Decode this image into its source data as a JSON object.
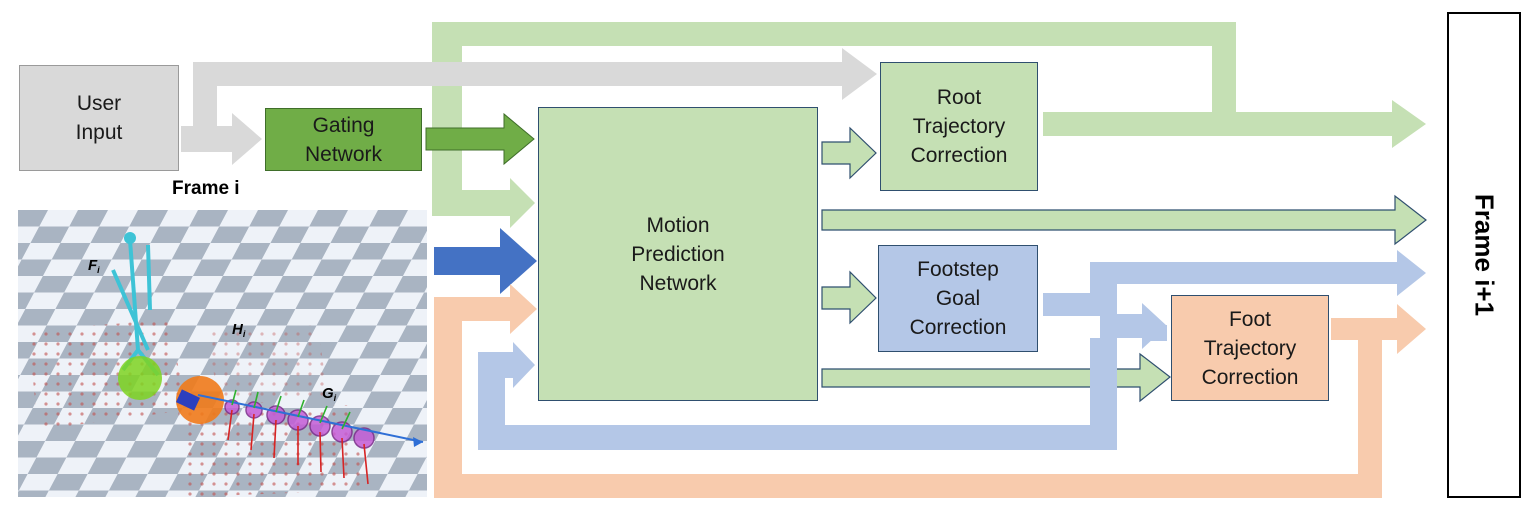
{
  "nodes": {
    "user_input": "User\nInput",
    "gating_network": "Gating\nNetwork",
    "motion_prediction": "Motion\nPrediction\nNetwork",
    "root_trajectory": "Root\nTrajectory\nCorrection",
    "footstep_goal": "Footstep\nGoal\nCorrection",
    "foot_trajectory": "Foot\nTrajectory\nCorrection",
    "frame_next": "Frame i+1"
  },
  "frame_current_label": "Frame i",
  "scene_labels": {
    "f": "F",
    "f_sub": "i",
    "h": "H",
    "h_sub": "i",
    "g": "G",
    "g_sub": "i"
  },
  "colors": {
    "gray_arrow": "#d9d9d9",
    "green_light": "#c5e0b4",
    "green_dark": "#70ad47",
    "blue_dark": "#4472c4",
    "blue_light": "#b4c7e7",
    "peach": "#f8cbad"
  }
}
